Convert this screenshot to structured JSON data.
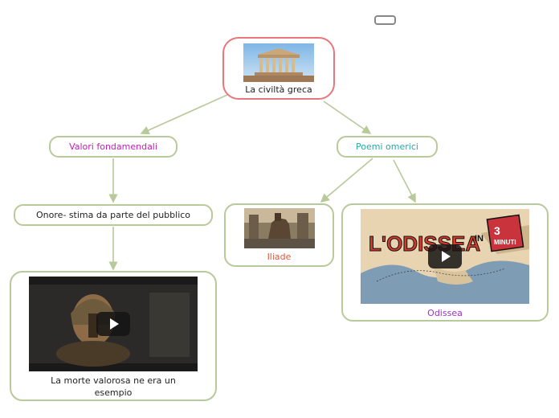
{
  "colors": {
    "branch": "#b8c99a",
    "root_border": "#e8777b",
    "valori_text": "#c01fb3",
    "poemi_text": "#2aa7a3",
    "iliade_text": "#e2563a",
    "odissea_text": "#9a2fcf"
  },
  "topbar": {
    "collapse_icon": "rounded-rect-icon"
  },
  "root": {
    "label": "La civiltà greca",
    "image": "parthenon-photo"
  },
  "valori": {
    "label": "Valori fondamendali"
  },
  "onore": {
    "label": "Onore- stima da parte del pubblico"
  },
  "morte": {
    "label": "La morte valorosa ne era un esempio",
    "video": "warrior-helmet-video"
  },
  "poemi": {
    "label": "Poemi omerici"
  },
  "iliade": {
    "label": "Iliade",
    "image": "trojan-horse-photo"
  },
  "odissea": {
    "label": "Odissea",
    "video": "odissea-map-video",
    "video_title_1": "L'ODISSEA",
    "video_title_2": "IN",
    "video_title_3": "3",
    "video_title_4": "MINUTI"
  }
}
